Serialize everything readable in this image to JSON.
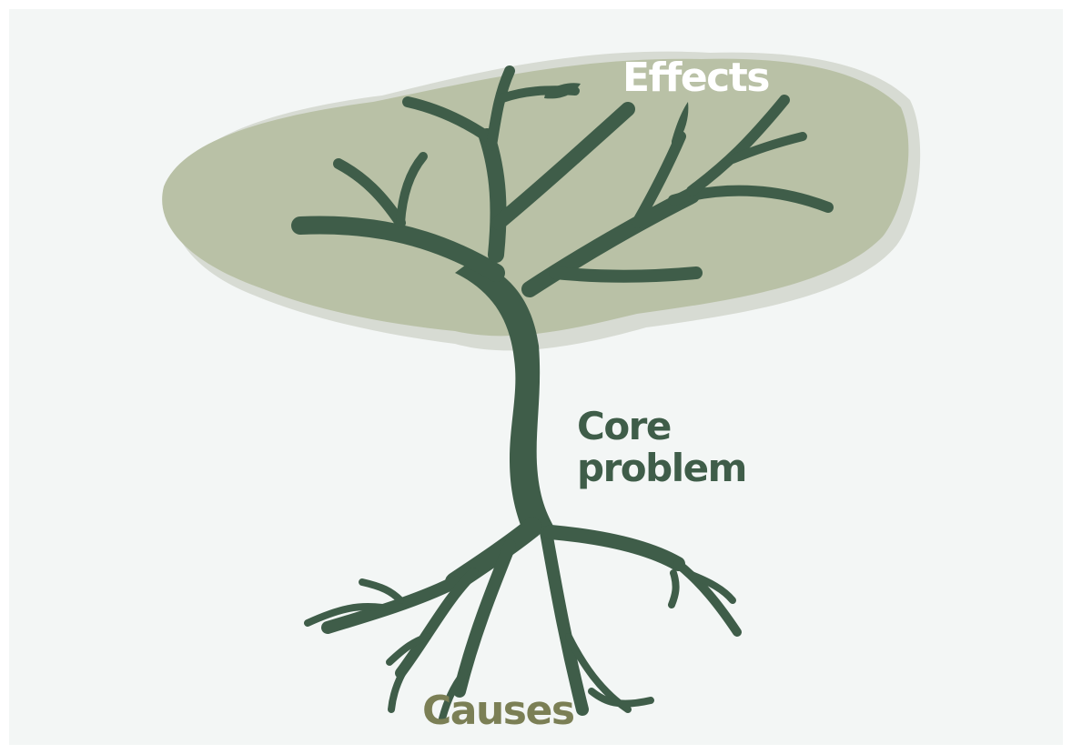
{
  "colors": {
    "background": "#f3f6f5",
    "canopy": "#b9c1a6",
    "canopy_shadow": "#d7dbd3",
    "trunk": "#3f5d49",
    "effects_text": "#ffffff",
    "core_text": "#3f5d49",
    "causes_text": "#7b7f55"
  },
  "labels": {
    "effects": "Effects",
    "core_line1": "Core",
    "core_line2": "problem",
    "causes": "Causes"
  }
}
